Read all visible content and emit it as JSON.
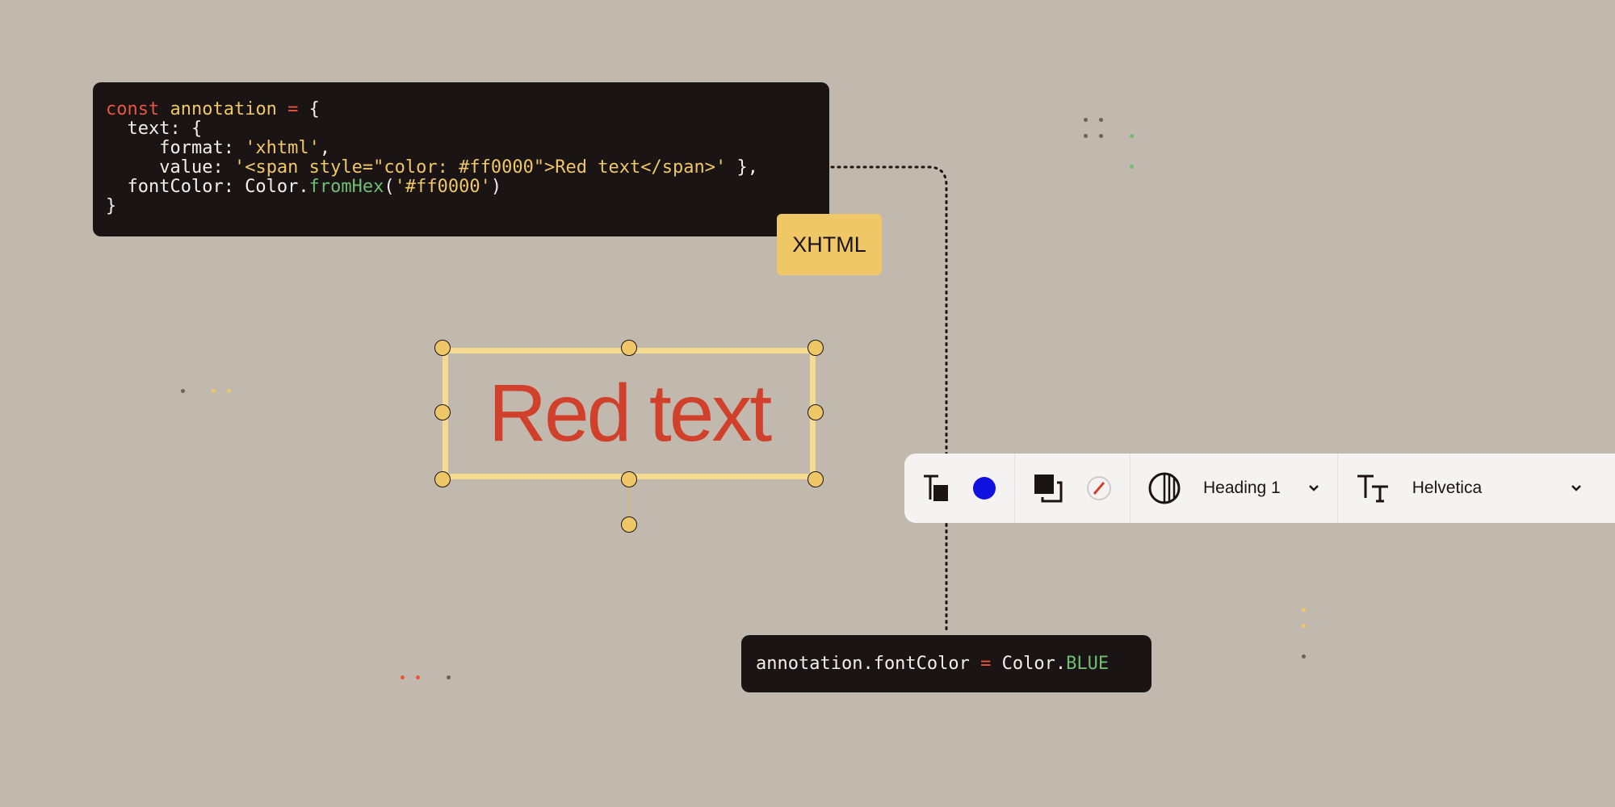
{
  "code_block": {
    "lines": [
      [
        "const",
        " annotation",
        " =",
        " {"
      ],
      [
        "  text: {"
      ],
      [
        "     format: ",
        "'xhtml'",
        ","
      ],
      [
        "     value: ",
        "'<span style=\"color: #ff0000\">Red text</span>'",
        " },"
      ],
      [
        "  fontColor: Color.",
        "fromHex",
        "(",
        "'#ff0000'",
        ")"
      ],
      [
        "}"
      ]
    ]
  },
  "badge": "XHTML",
  "annotation_text": "Red text",
  "bottom_code": {
    "prefix": "annotation.fontColor ",
    "op": "=",
    "obj": " Color.",
    "value": "BLUE"
  },
  "toolbar": {
    "font_color": "#1010e0",
    "style_select": "Heading 1",
    "font_select": "Helvetica"
  },
  "colors": {
    "background": "#c2b9ae",
    "text_red": "#d0402b",
    "handle": "#f0c766"
  }
}
